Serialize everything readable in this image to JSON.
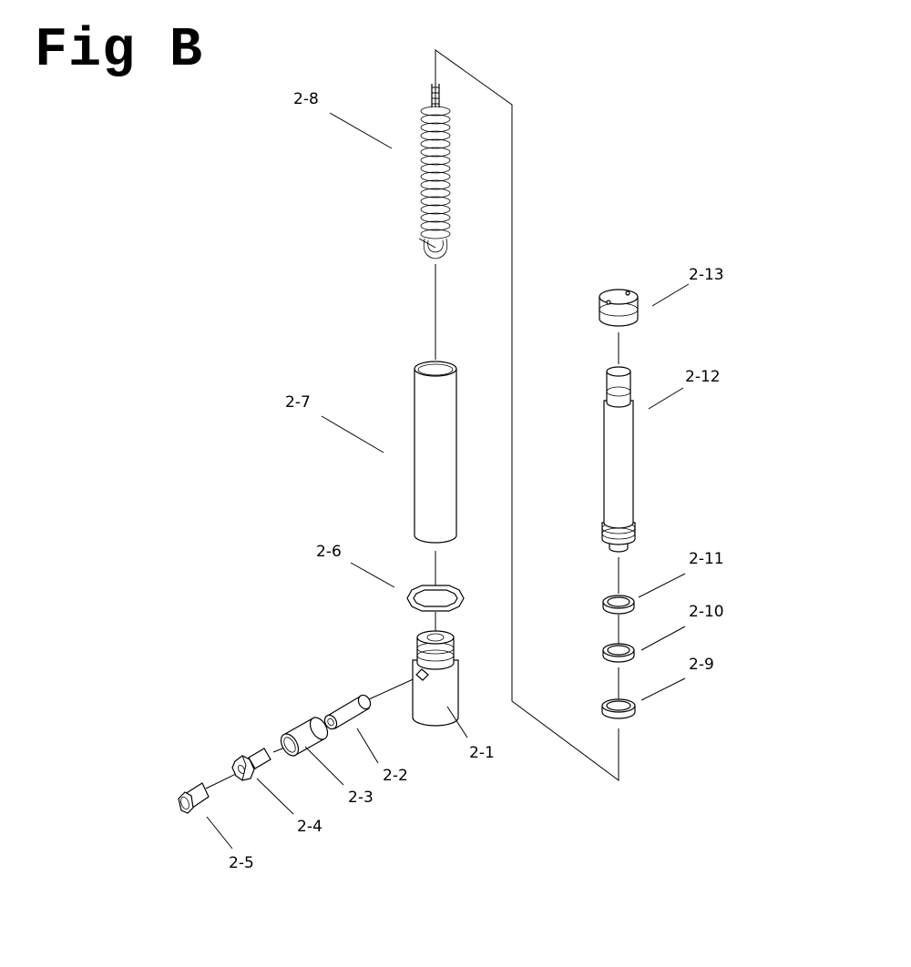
{
  "figure": {
    "title": "Fig B"
  },
  "parts": [
    {
      "id": "2-1",
      "label": "2-1"
    },
    {
      "id": "2-2",
      "label": "2-2"
    },
    {
      "id": "2-3",
      "label": "2-3"
    },
    {
      "id": "2-4",
      "label": "2-4"
    },
    {
      "id": "2-5",
      "label": "2-5"
    },
    {
      "id": "2-6",
      "label": "2-6"
    },
    {
      "id": "2-7",
      "label": "2-7"
    },
    {
      "id": "2-8",
      "label": "2-8"
    },
    {
      "id": "2-9",
      "label": "2-9"
    },
    {
      "id": "2-10",
      "label": "2-10"
    },
    {
      "id": "2-11",
      "label": "2-11"
    },
    {
      "id": "2-12",
      "label": "2-12"
    },
    {
      "id": "2-13",
      "label": "2-13"
    }
  ]
}
